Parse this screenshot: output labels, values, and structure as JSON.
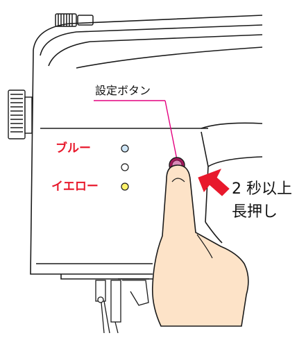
{
  "callout": {
    "label": "設定ボタン"
  },
  "led_labels": {
    "blue": "ブルー",
    "yellow": "イエロー"
  },
  "instruction": {
    "line1": "2 秒以上",
    "line2": "長押し"
  },
  "colors": {
    "label_red": "#e8192c",
    "callout_line": "#e4007f",
    "button_ring": "#a3195b",
    "led_blue": "#cfe6f7",
    "led_white": "#ffffff",
    "led_yellow": "#fff36b",
    "arrow": "#e8192c",
    "skin": "#fde3c8",
    "outline": "#1a1a1a"
  },
  "icons": {
    "finger": "finger-pressing-icon",
    "arrow": "push-arrow-icon",
    "button": "setting-button-icon"
  }
}
